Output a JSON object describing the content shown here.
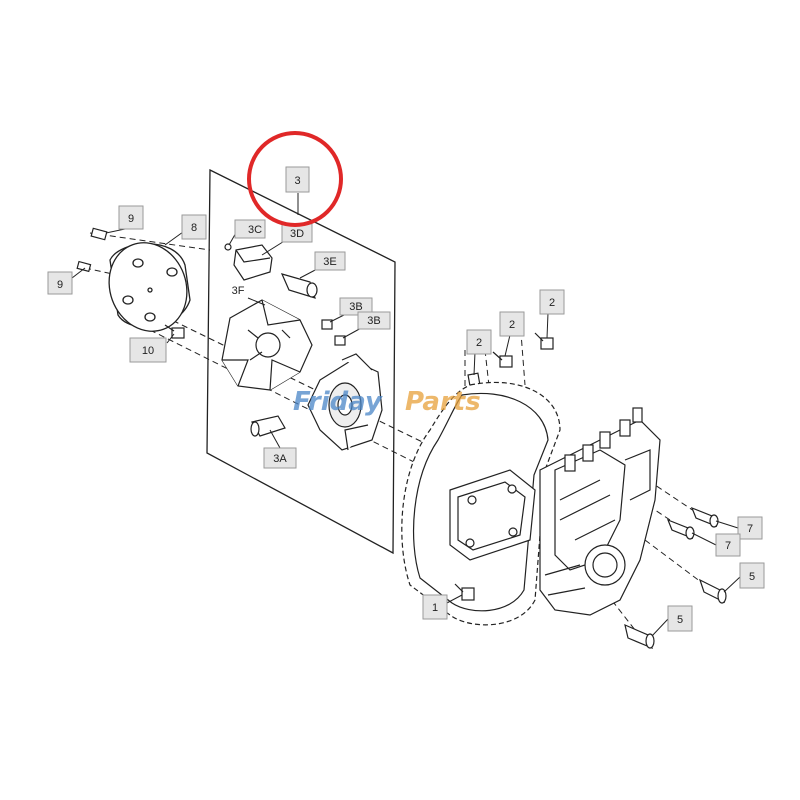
{
  "diagram": {
    "callouts": [
      {
        "id": "c3",
        "label": "3"
      },
      {
        "id": "c3c",
        "label": "3C"
      },
      {
        "id": "c3d",
        "label": "3D"
      },
      {
        "id": "c3e",
        "label": "3E"
      },
      {
        "id": "c3f",
        "label": "3F"
      },
      {
        "id": "c3b1",
        "label": "3B"
      },
      {
        "id": "c3b2",
        "label": "3B"
      },
      {
        "id": "c3a",
        "label": "3A"
      },
      {
        "id": "c9a",
        "label": "9"
      },
      {
        "id": "c9b",
        "label": "9"
      },
      {
        "id": "c8",
        "label": "8"
      },
      {
        "id": "c10",
        "label": "10"
      },
      {
        "id": "c2a",
        "label": "2"
      },
      {
        "id": "c2b",
        "label": "2"
      },
      {
        "id": "c2c",
        "label": "2"
      },
      {
        "id": "c1",
        "label": "1"
      },
      {
        "id": "c7a",
        "label": "7"
      },
      {
        "id": "c7b",
        "label": "7"
      },
      {
        "id": "c5a",
        "label": "5"
      },
      {
        "id": "c5b",
        "label": "5"
      }
    ],
    "highlight": {
      "target": "3",
      "color": "#e02828"
    },
    "watermark": {
      "text_a": "Friday",
      "text_b": "Parts",
      "color_a": "#4a86c8",
      "color_b": "#e8a13a"
    },
    "colors": {
      "line": "#1a1a1a",
      "callout_fill": "#e6e6e6",
      "callout_border": "#9a9a9a"
    }
  }
}
